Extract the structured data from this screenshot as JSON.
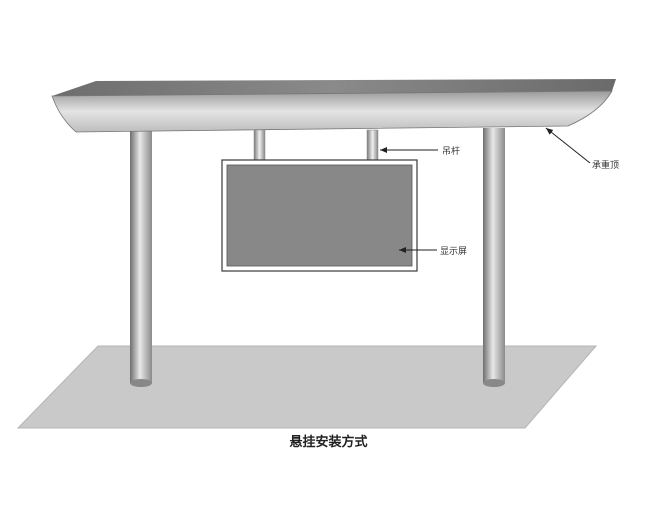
{
  "labels": {
    "hanger": "吊杆",
    "display": "显示屏",
    "roof": "承重顶"
  },
  "caption": "悬挂安装方式"
}
